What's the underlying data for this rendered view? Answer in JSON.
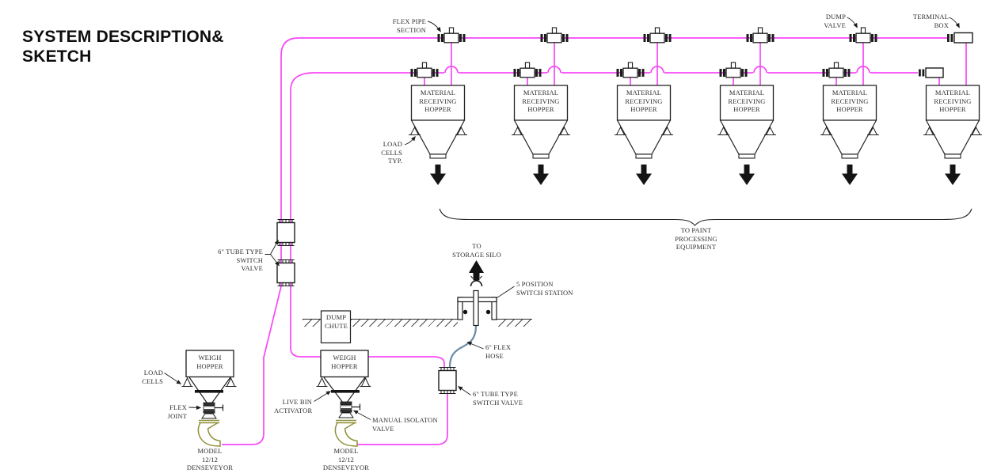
{
  "title": {
    "lines": [
      "SYSTEM DESCRIPTION",
      "& SKETCH"
    ]
  },
  "colors": {
    "pipe_magenta": "#f747f7",
    "hose_blue": "#6e8ea6",
    "vessel_olive": "#8f8f3a",
    "ink": "#1c1c1c"
  },
  "hopper_label_lines": [
    "MATERIAL",
    "RECEIVING",
    "HOPPER"
  ],
  "hopper_count": 6,
  "labels": {
    "flex_pipe_section": "FLEX PIPE SECTION",
    "dump_valve": "DUMP VALVE",
    "terminal_box": "TERMINAL BOX",
    "load_cells_typ": {
      "lines": [
        "LOAD CELLS",
        "TYP."
      ]
    },
    "tube_switch_valve": {
      "lines": [
        "6\" TUBE TYPE",
        "SWITCH VALVE"
      ]
    },
    "paint_equipment": {
      "lines": [
        "TO PAINT",
        "PROCESSING",
        "EQUIPMENT"
      ]
    },
    "storage_silo": {
      "lines": [
        "TO",
        "STORAGE SILO"
      ]
    },
    "five_position": {
      "lines": [
        "5 POSITION",
        "SWITCH STATION"
      ]
    },
    "dump_chute": {
      "lines": [
        "DUMP",
        "CHUTE"
      ]
    },
    "weigh_hopper": {
      "lines": [
        "WEIGH",
        "HOPPER"
      ]
    },
    "flex_hose": {
      "lines": [
        "6\" FLEX",
        "HOSE"
      ]
    },
    "load_cells": "LOAD CELLS",
    "flex_joint": "FLEX JOINT",
    "live_bin": {
      "lines": [
        "LIVE BIN",
        "ACTIVATOR"
      ]
    },
    "manual_isolaton": {
      "lines": [
        "MANUAL ISOLATON",
        "VALVE"
      ]
    },
    "model_denseveyor": {
      "lines": [
        "MODEL",
        "12/12 DENSEVEYOR"
      ]
    }
  }
}
